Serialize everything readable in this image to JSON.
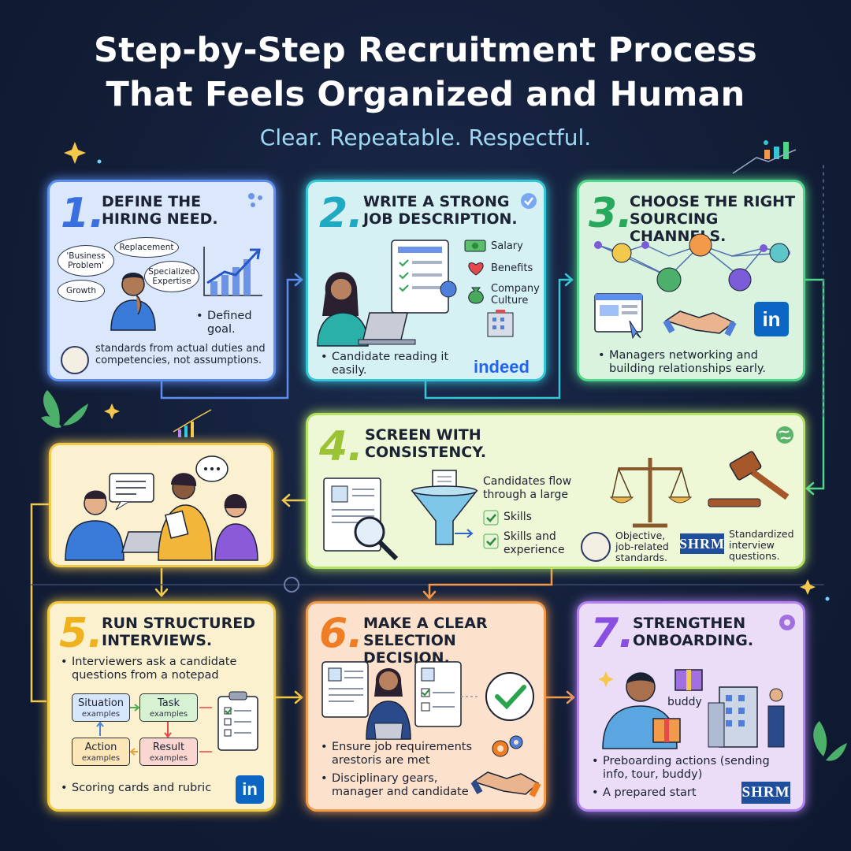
{
  "title_line1": "Step-by-Step Recruitment Process",
  "title_line2": "That Feels Organized and Human",
  "subtitle": "Clear. Repeatable. Respectful.",
  "colors": {
    "background": "#14213d",
    "step1": "#5b8ef0",
    "step2": "#35c6d6",
    "step3": "#4fd68a",
    "step4": "#b3e264",
    "step_img": "#f3c94c",
    "step5": "#f2c73f",
    "step6": "#f29a4a",
    "step7": "#b182f0"
  },
  "steps": {
    "s1": {
      "number": "1.",
      "heading_line1": "DEFINE THE",
      "heading_line2": "HIRING NEED.",
      "bubbles": [
        "'Business Problem'",
        "Replacement",
        "Specialized Expertise",
        "Growth"
      ],
      "goal": "Defined goal.",
      "note": "standards from actual duties and competencies, not assumptions."
    },
    "s2": {
      "number": "2.",
      "heading_line1": "WRITE A STRONG",
      "heading_line2": "JOB DESCRIPTION.",
      "perks": [
        "Salary",
        "Benefits",
        "Company Culture"
      ],
      "note": "Candidate reading it easily.",
      "brand": "indeed"
    },
    "s3": {
      "number": "3.",
      "heading_line1": "CHOOSE THE RIGHT",
      "heading_line2": "SOURCING CHANNELS.",
      "note": "Managers networking and building relationships early.",
      "brand": "in"
    },
    "s4": {
      "number": "4.",
      "heading_line1": "SCREEN WITH",
      "heading_line2": "CONSISTENCY.",
      "flow_text": "Candidates flow through a large",
      "checks": [
        "Skills",
        "Skills and experience"
      ],
      "standard1": "Objective, job-related standards.",
      "standard2": "Standardized interview questions.",
      "brand": "SHRM"
    },
    "s5": {
      "number": "5.",
      "heading_line1": "RUN STRUCTURED",
      "heading_line2": "INTERVIEWS.",
      "bullet1": "Interviewers ask a candidate questions from a notepad",
      "star": [
        {
          "label": "Situation",
          "sub": "examples"
        },
        {
          "label": "Task",
          "sub": "examples"
        },
        {
          "label": "Action",
          "sub": "examples"
        },
        {
          "label": "Result",
          "sub": "examples"
        }
      ],
      "bullet2": "Scoring cards and rubric",
      "brand": "in"
    },
    "s6": {
      "number": "6.",
      "heading_line1": "MAKE A CLEAR",
      "heading_line2": "SELECTION DECISION.",
      "bullet1": "Ensure job requirements arestoris are met",
      "bullet2": "Disciplinary gears, manager and candidate"
    },
    "s7": {
      "number": "7.",
      "heading_line1": "STRENGTHEN",
      "heading_line2": "ONBOARDING.",
      "buddy": "buddy",
      "bullet1": "Preboarding actions (sending info, tour, buddy)",
      "bullet2": "A prepared start",
      "brand": "SHRM"
    }
  }
}
